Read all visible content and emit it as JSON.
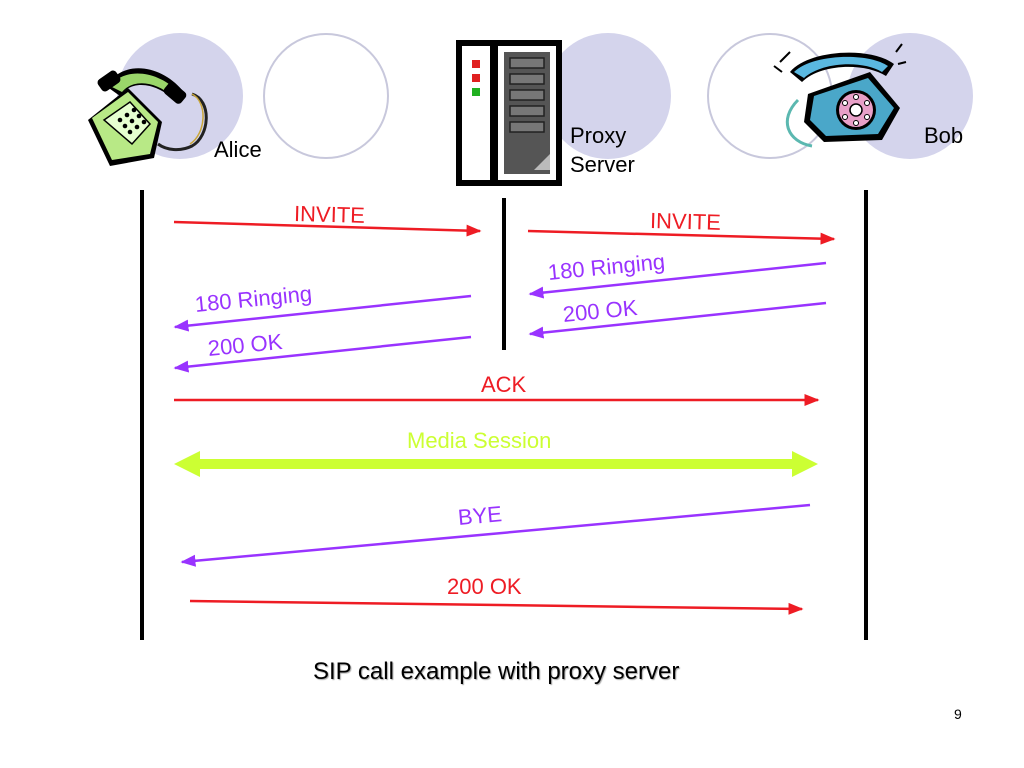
{
  "participants": {
    "alice": "Alice",
    "proxy_line1": "Proxy",
    "proxy_line2": "Server",
    "bob": "Bob"
  },
  "messages": {
    "invite_1": "INVITE",
    "invite_2": "INVITE",
    "ringing_2": "180 Ringing",
    "ok_2": "200 OK",
    "ringing_1": "180 Ringing",
    "ok_1": "200 OK",
    "ack": "ACK",
    "media": "Media Session",
    "bye": "BYE",
    "ok_final": "200 OK"
  },
  "caption": "SIP call example with proxy server",
  "page_number": "9",
  "colors": {
    "request": "#ee1c24",
    "response": "#9933ff",
    "media": "#ccff33",
    "lifeline": "#000000",
    "deco_circle_fill": "#d4d4ec",
    "deco_circle_stroke": "#c8c8dc"
  },
  "icons": {
    "alice": "telephone-icon",
    "proxy": "server-icon",
    "bob": "rotary-telephone-icon"
  }
}
